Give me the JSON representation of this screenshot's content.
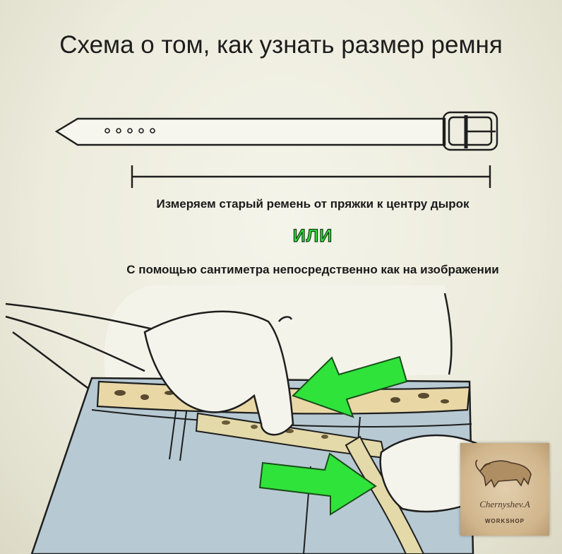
{
  "title": "Схема о том, как узнать размер ремня",
  "caption_measure_old_belt": "Измеряем старый ремень от пряжки к центру дырок",
  "or_label": "ИЛИ",
  "caption_measure_tape": "С помощью сантиметра непосредственно как на изображении",
  "logo": {
    "signature": "Chernyshev.A",
    "subtitle": "WORKSHOP"
  },
  "colors": {
    "arrow_green": "#2fe33b",
    "outline": "#1e1e1e",
    "jeans": "#b5c7d0",
    "tape": "#e3d9a9"
  },
  "icons": [
    "belt-icon",
    "arrow-left-green-icon",
    "arrow-right-green-icon",
    "bull-logo-icon"
  ]
}
